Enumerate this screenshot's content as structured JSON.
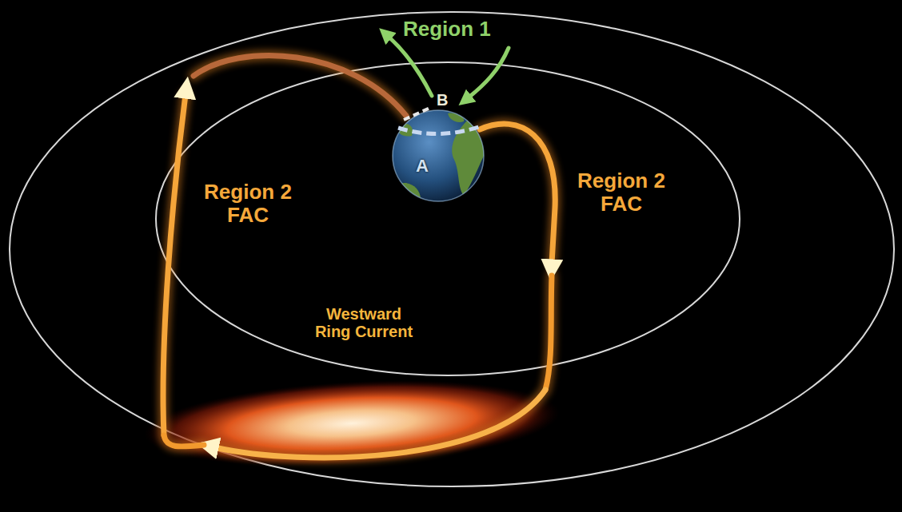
{
  "diagram": {
    "labels": [
      "Region 1",
      "B",
      "A",
      "Region 2 FAC",
      "Region 2 FAC",
      "Westward Ring Current"
    ]
  }
}
